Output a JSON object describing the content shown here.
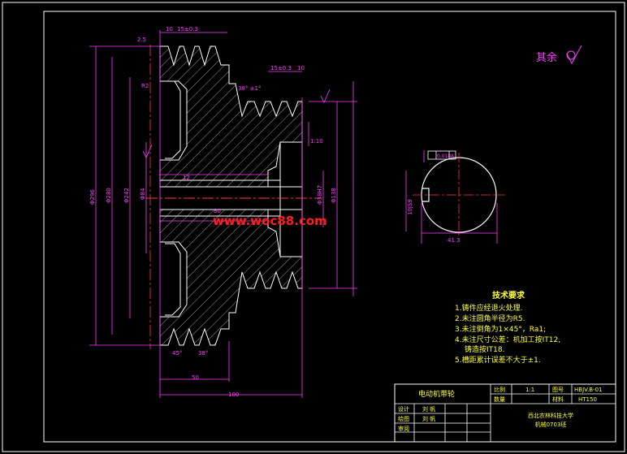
{
  "title_block": {
    "part_name": "电动机带轮",
    "scale_label": "比例",
    "scale_value": "1:1",
    "drawing_no_label": "图号",
    "drawing_no_value": "HBJV.B-01",
    "quantity_label": "数量",
    "material_label": "材料",
    "material_value": "HT150",
    "designer_label": "设计",
    "designer_name": "刘 帆",
    "drafter_label": "绘图",
    "drafter_name": "刘 帆",
    "reviewer_label": "审阅",
    "school_line1": "西北农林科技大学",
    "school_line2": "机械0703班"
  },
  "surface_note": "其余",
  "tech_requirements": {
    "heading": "技术要求",
    "items": [
      "1.铸件应经退火处理.",
      "2.未注圆角半径为R5.",
      "3.未注倒角为1×45°，Ra1;",
      "4.未注尺寸公差：机加工按IT12,",
      "铸造按IT18.",
      "5.槽距累计误差不大于±1."
    ]
  },
  "dimensions": {
    "groove_pitch_top": "15±0.3",
    "groove_top_left": "10",
    "groove_pitch_small": "15±0.3",
    "groove_small_right": "10",
    "groove_angle_big": "38°",
    "groove_angle_small": "38° ±1°",
    "chamfer_top": "2.5",
    "taper": "1:10",
    "keyway_width": "12",
    "bore_length": "80",
    "width_total": "100",
    "width_hub": "50",
    "dia_outer": "Φ296",
    "dia_2": "Φ280",
    "dia_3": "Φ242",
    "dia_hub": "Φ84",
    "dia_small": "Φ138",
    "dia_bore": "Φ38H7",
    "key_depth": "41.3",
    "key_slot": "10JS9",
    "runout": "0.018",
    "datum": "A",
    "fillet": "R2",
    "chamfer_big": "45°"
  },
  "watermark": "www.woc88.com"
}
